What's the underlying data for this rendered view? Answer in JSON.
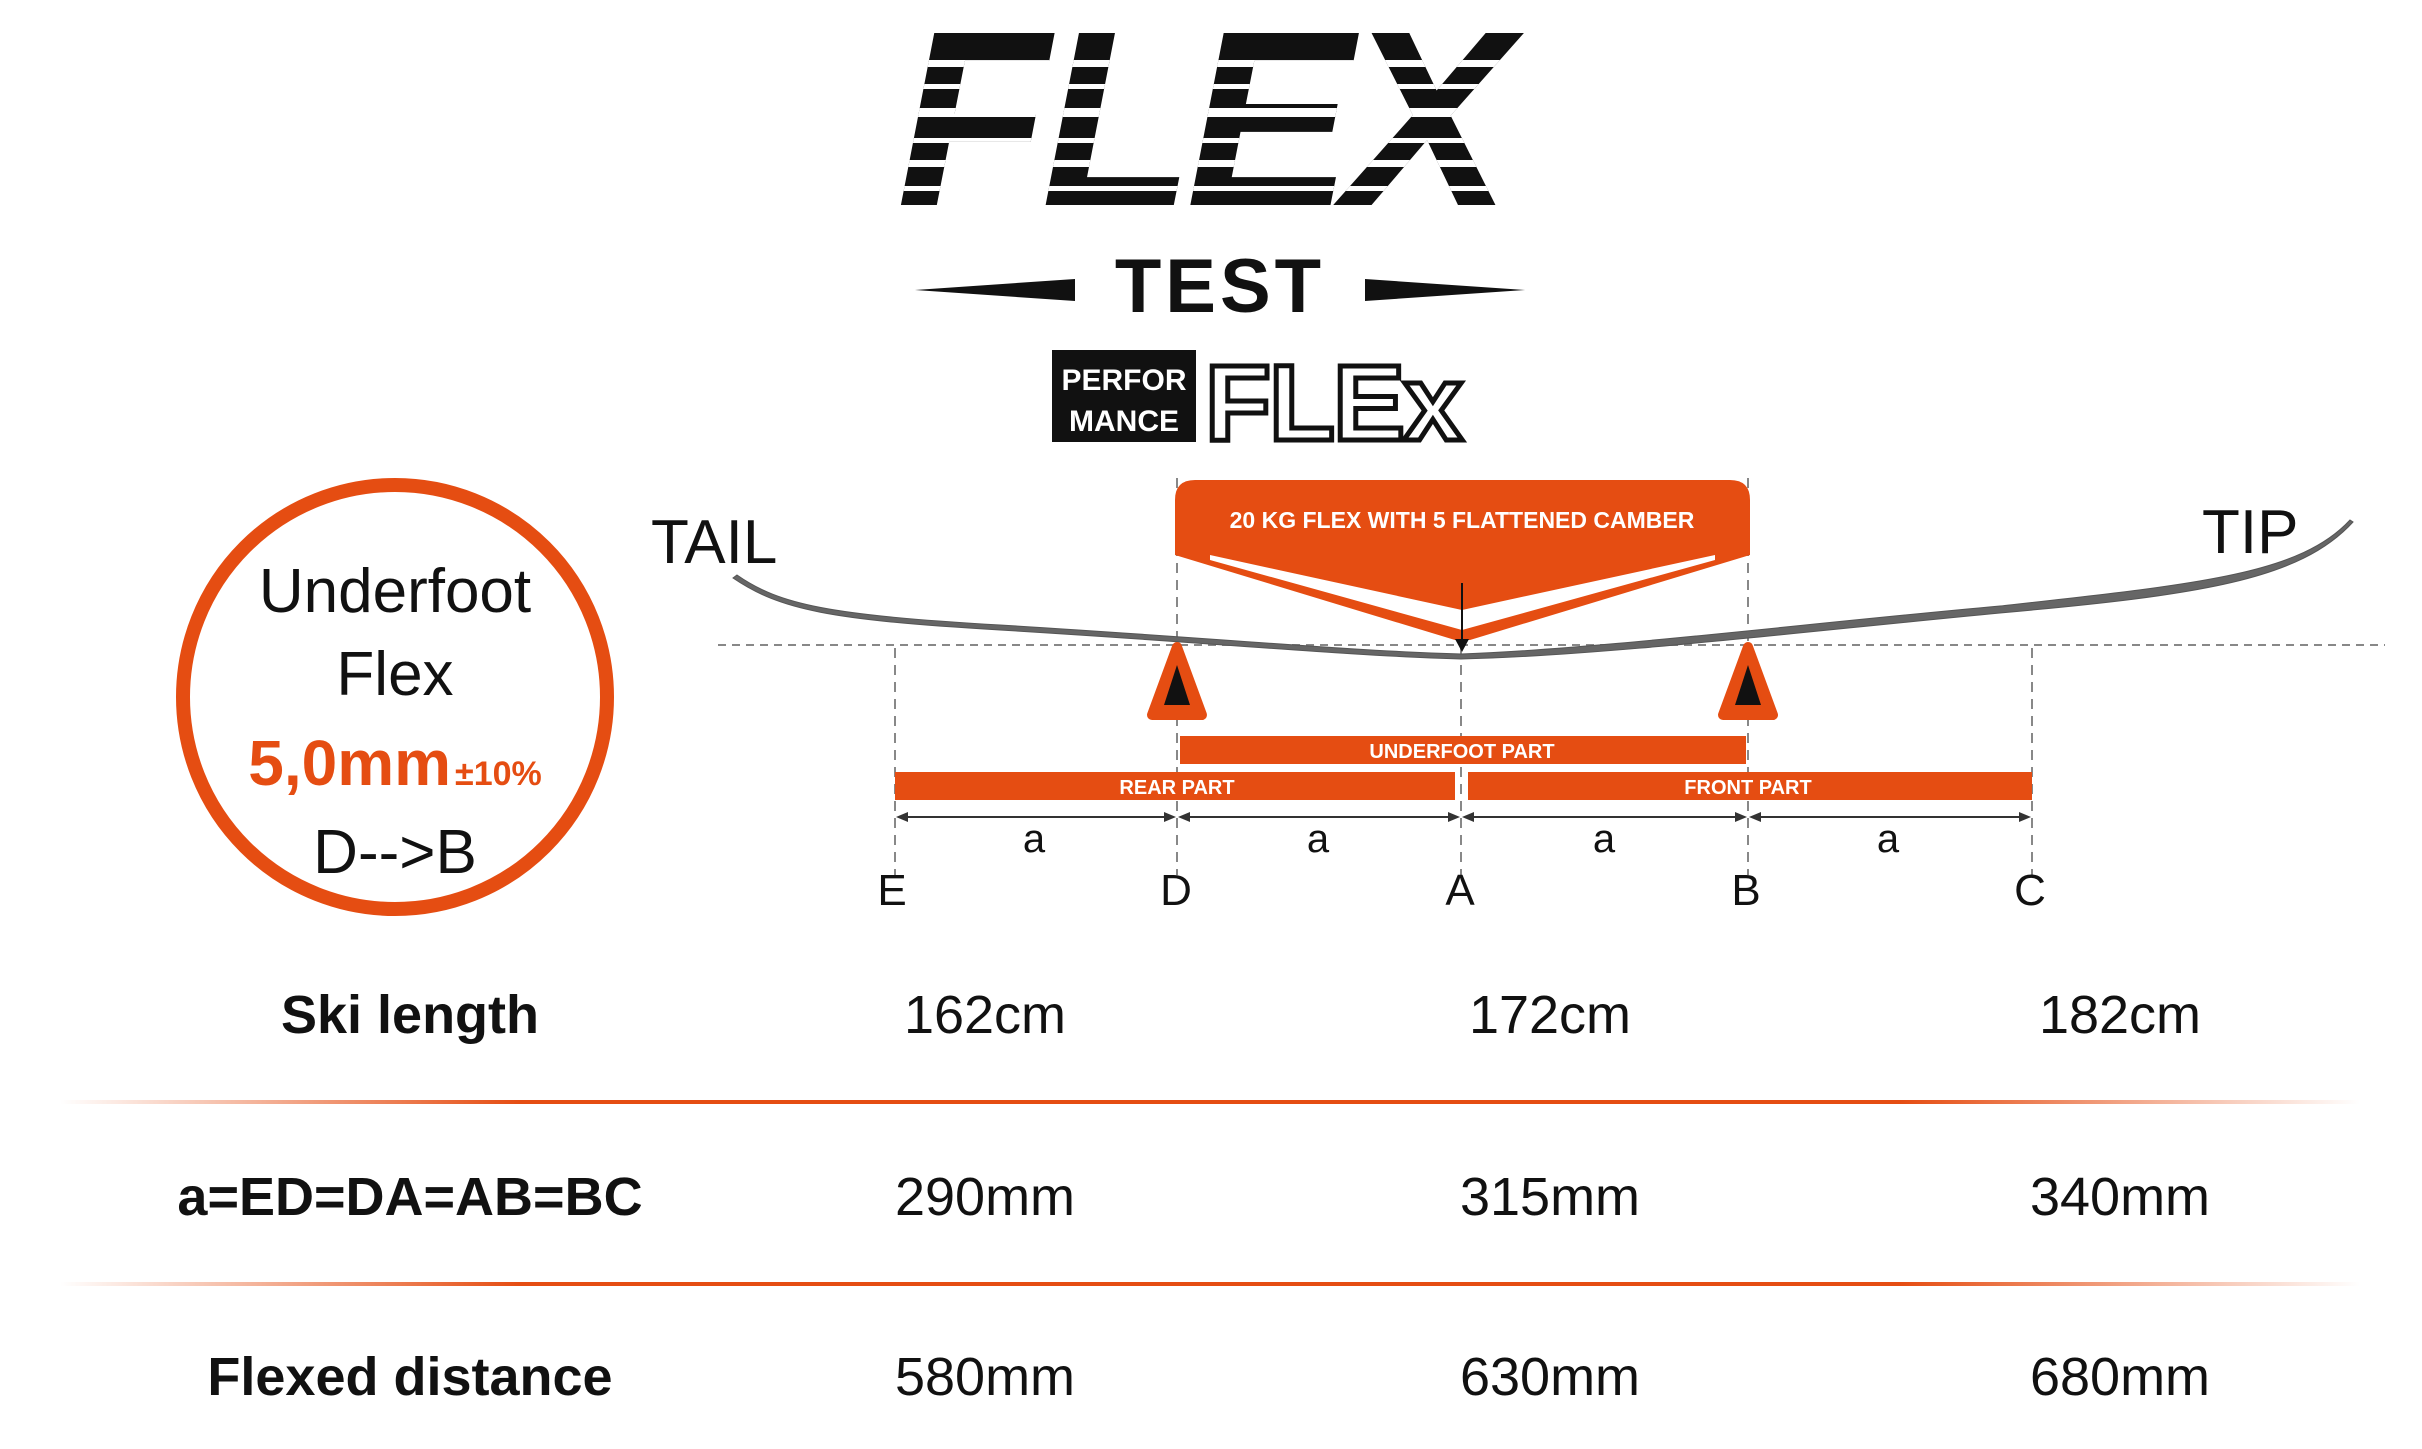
{
  "logo": {
    "word": "FLEX",
    "sub": "TEST",
    "brand_box": [
      "PERFOR",
      "MANCE"
    ],
    "brand_word": "FLEx"
  },
  "badge": {
    "line1": "Underfoot",
    "line2": "Flex",
    "value": "5,0mm",
    "tolerance": "±10%",
    "range": "D-->B"
  },
  "diagram": {
    "tail_label": "TAIL",
    "tip_label": "TIP",
    "load_label": "20 KG FLEX WITH 5 FLATTENED CAMBER",
    "underfoot_label": "UNDERFOOT PART",
    "rear_label": "REAR PART",
    "front_label": "FRONT PART",
    "segment_label": "a",
    "points": [
      "E",
      "D",
      "A",
      "B",
      "C"
    ]
  },
  "specs": {
    "rows": [
      {
        "label": "Ski length",
        "values": [
          "162cm",
          "172cm",
          "182cm"
        ]
      },
      {
        "label": "a=ED=DA=AB=BC",
        "values": [
          "290mm",
          "315mm",
          "340mm"
        ]
      },
      {
        "label": "Flexed distance",
        "values": [
          "580mm",
          "630mm",
          "680mm"
        ]
      }
    ]
  },
  "colors": {
    "accent": "#e54d12",
    "ski": "#666666",
    "text": "#111111"
  }
}
